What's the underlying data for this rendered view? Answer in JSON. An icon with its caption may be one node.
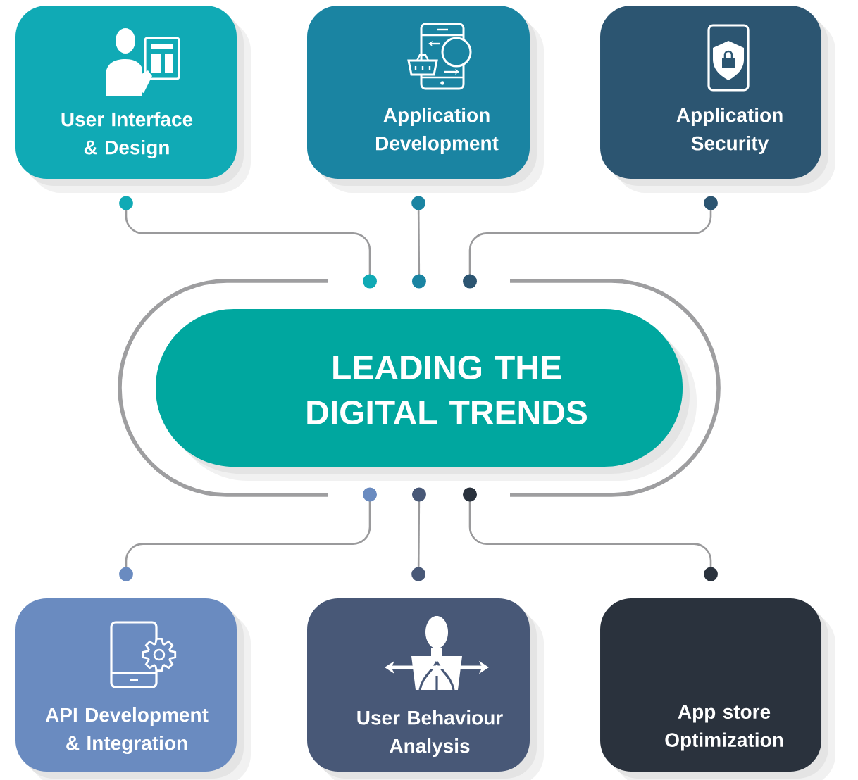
{
  "diagram": {
    "nodes": [
      {
        "text": [
          "User Interface & Design"
        ]
      },
      {
        "text": [
          "Application Development"
        ]
      },
      {
        "text": [
          "Application Security"
        ]
      },
      {
        "text": [
          "LEADING THE DIGITAL TRENDS"
        ]
      },
      {
        "text": [
          "API Development & Integration"
        ]
      },
      {
        "text": [
          "User Behaviour Analysis"
        ]
      },
      {
        "text": [
          "App store Optimization"
        ]
      }
    ],
    "edges": [
      {
        "from": 0,
        "to": 3,
        "arrow": "other"
      },
      {
        "from": 1,
        "to": 3,
        "arrow": "other"
      },
      {
        "from": 2,
        "to": 3,
        "arrow": "other"
      },
      {
        "from": 3,
        "to": 4,
        "arrow": "other"
      },
      {
        "from": 3,
        "to": 5,
        "arrow": "other"
      },
      {
        "from": 3,
        "to": 6,
        "arrow": "other"
      }
    ]
  }
}
